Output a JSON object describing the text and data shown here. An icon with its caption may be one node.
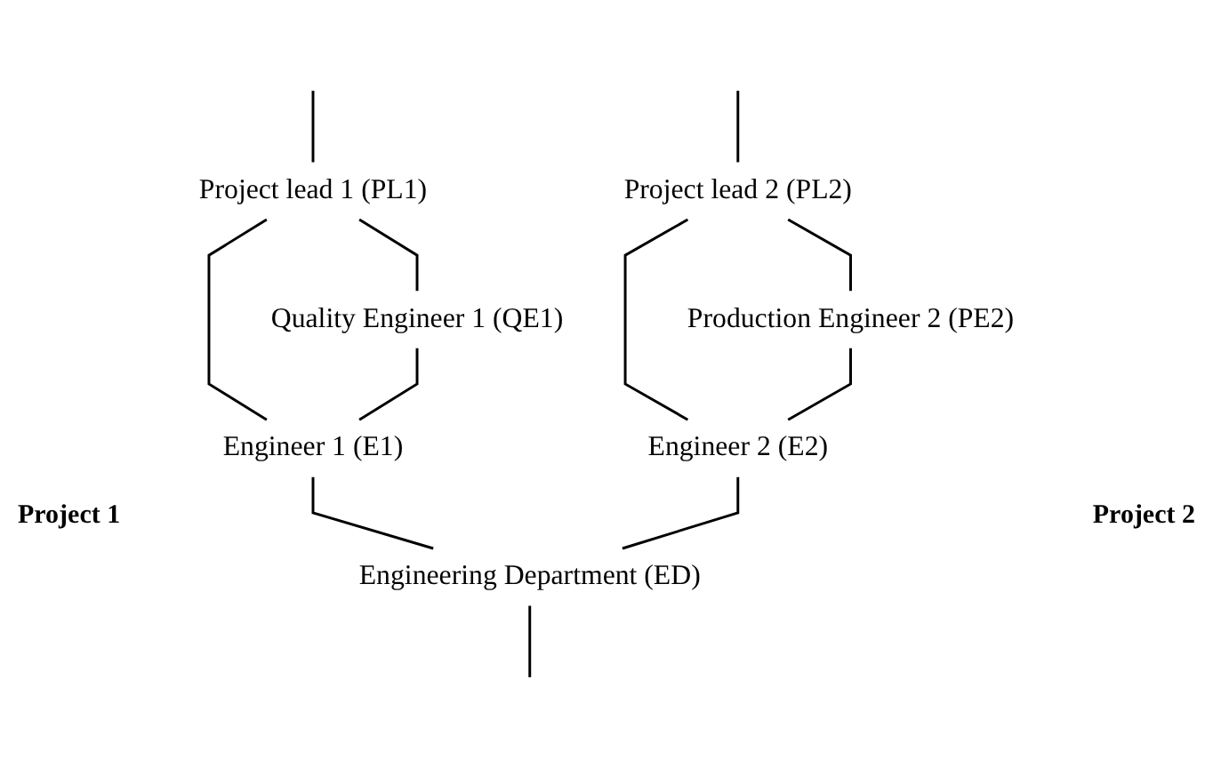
{
  "diagram": {
    "nodes": [
      {
        "text": [
          "Project lead 1 (PL1)"
        ]
      },
      {
        "text": [
          "Project lead 2 (PL2)"
        ]
      },
      {
        "text": [
          "Quality Engineer 1 (QE1)"
        ]
      },
      {
        "text": [
          "Production Engineer 2 (PE2)"
        ]
      },
      {
        "text": [
          "Engineer 1 (E1)"
        ]
      },
      {
        "text": [
          "Engineer 2 (E2)"
        ]
      },
      {
        "text": [
          "Engineering Department (ED)"
        ]
      }
    ],
    "edges": [
      {
        "from": null,
        "to": 0,
        "arrow": "none"
      },
      {
        "from": null,
        "to": 1,
        "arrow": "none"
      },
      {
        "from": 0,
        "to": 2,
        "arrow": "none"
      },
      {
        "from": 0,
        "to": 4,
        "arrow": "none"
      },
      {
        "from": 2,
        "to": 4,
        "arrow": "none"
      },
      {
        "from": 1,
        "to": 3,
        "arrow": "none"
      },
      {
        "from": 1,
        "to": 5,
        "arrow": "none"
      },
      {
        "from": 3,
        "to": 5,
        "arrow": "none"
      },
      {
        "from": 4,
        "to": 6,
        "arrow": "none"
      },
      {
        "from": 5,
        "to": 6,
        "arrow": "none"
      },
      {
        "from": 6,
        "to": null,
        "arrow": "none"
      }
    ],
    "labels": [
      "Project 1",
      "Project 2"
    ]
  }
}
